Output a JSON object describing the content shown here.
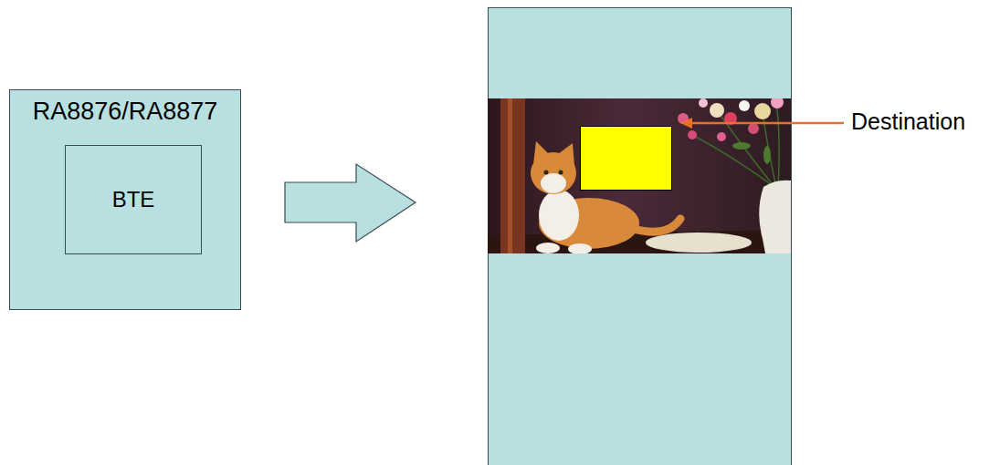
{
  "diagram": {
    "nodes": [
      {
        "text": [
          "RA8876/RA8877"
        ]
      },
      {
        "text": [
          "BTE"
        ],
        "in": 0
      }
    ],
    "labels": [
      "Destination"
    ]
  }
}
